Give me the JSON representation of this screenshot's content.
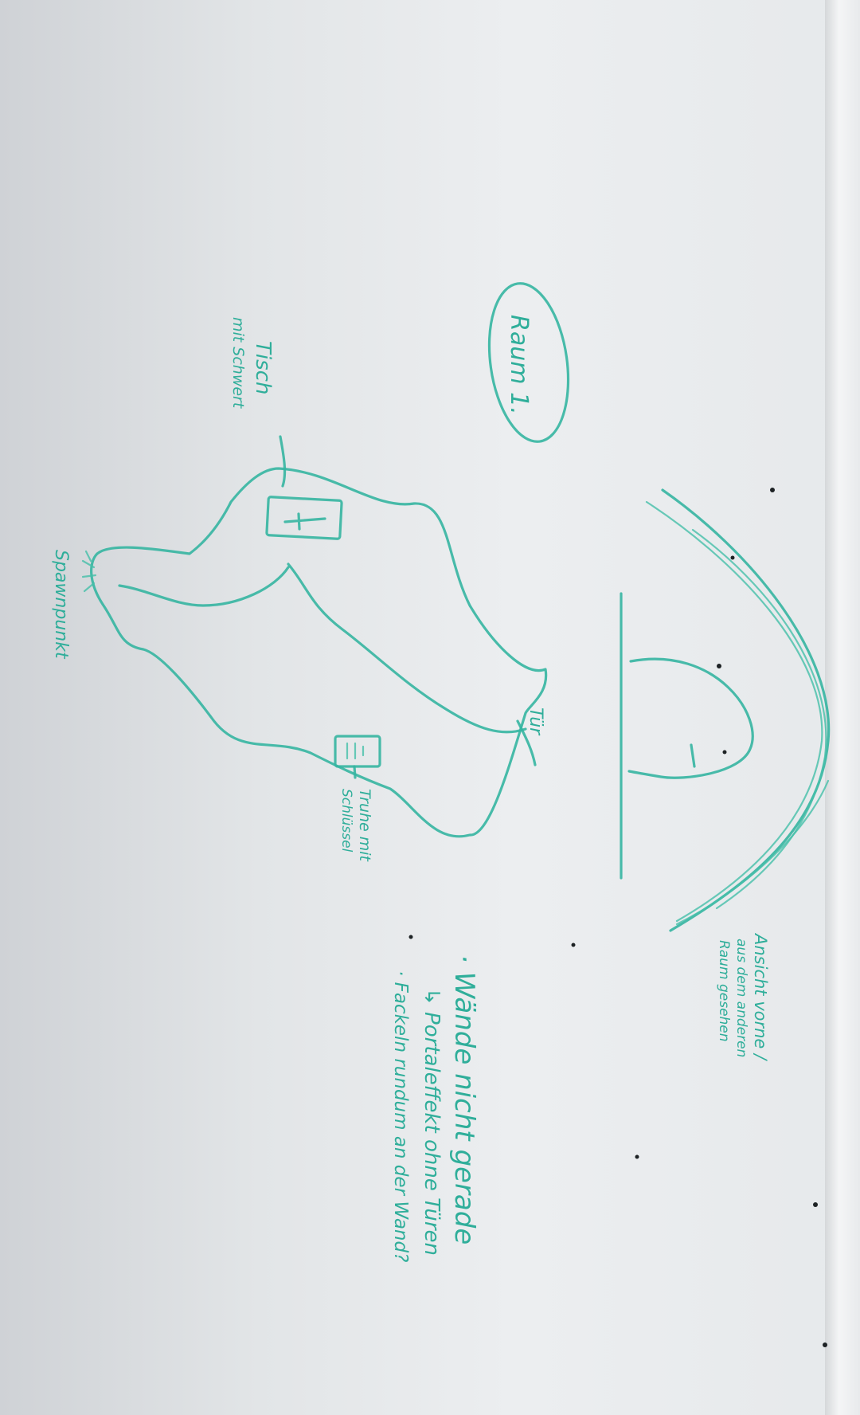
{
  "labels": {
    "room": "Raum 1.",
    "table_line1": "Tisch",
    "table_line2": "mit Schwert",
    "spawn": "Spawnpunkt",
    "door": "Tür",
    "chest_line1": "Truhe mit",
    "chest_line2": "Schlüssel",
    "view_line1": "Ansicht vorne /",
    "view_line2": "aus dem anderen",
    "view_line3": "Raum gesehen",
    "notes": [
      "· Wände nicht gerade",
      "↳ Portaleffekt ohne Türen",
      "· Fackeln rundum an der Wand?"
    ]
  },
  "colors": {
    "ink": "#35b5a1",
    "board": "#e6e9eb"
  }
}
